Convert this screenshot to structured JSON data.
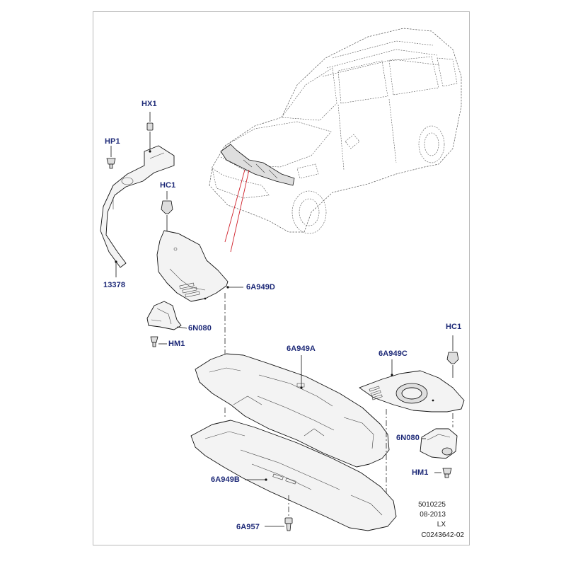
{
  "callouts": {
    "hx1": "HX1",
    "hp1": "HP1",
    "hc1_top": "HC1",
    "p13378": "13378",
    "p6a949d": "6A949D",
    "p6n080_left": "6N080",
    "hm1_left": "HM1",
    "p6a949a": "6A949A",
    "p6a949c": "6A949C",
    "hc1_right": "HC1",
    "p6n080_right": "6N080",
    "hm1_right": "HM1",
    "p6a949b": "6A949B",
    "p6a957": "6A957"
  },
  "info": {
    "line1": "5010225",
    "line2": "08-2013",
    "line3": "LX",
    "line4": "C0243642-02"
  },
  "colors": {
    "callout": "#1e2a78",
    "highlight": "#d0202a"
  }
}
